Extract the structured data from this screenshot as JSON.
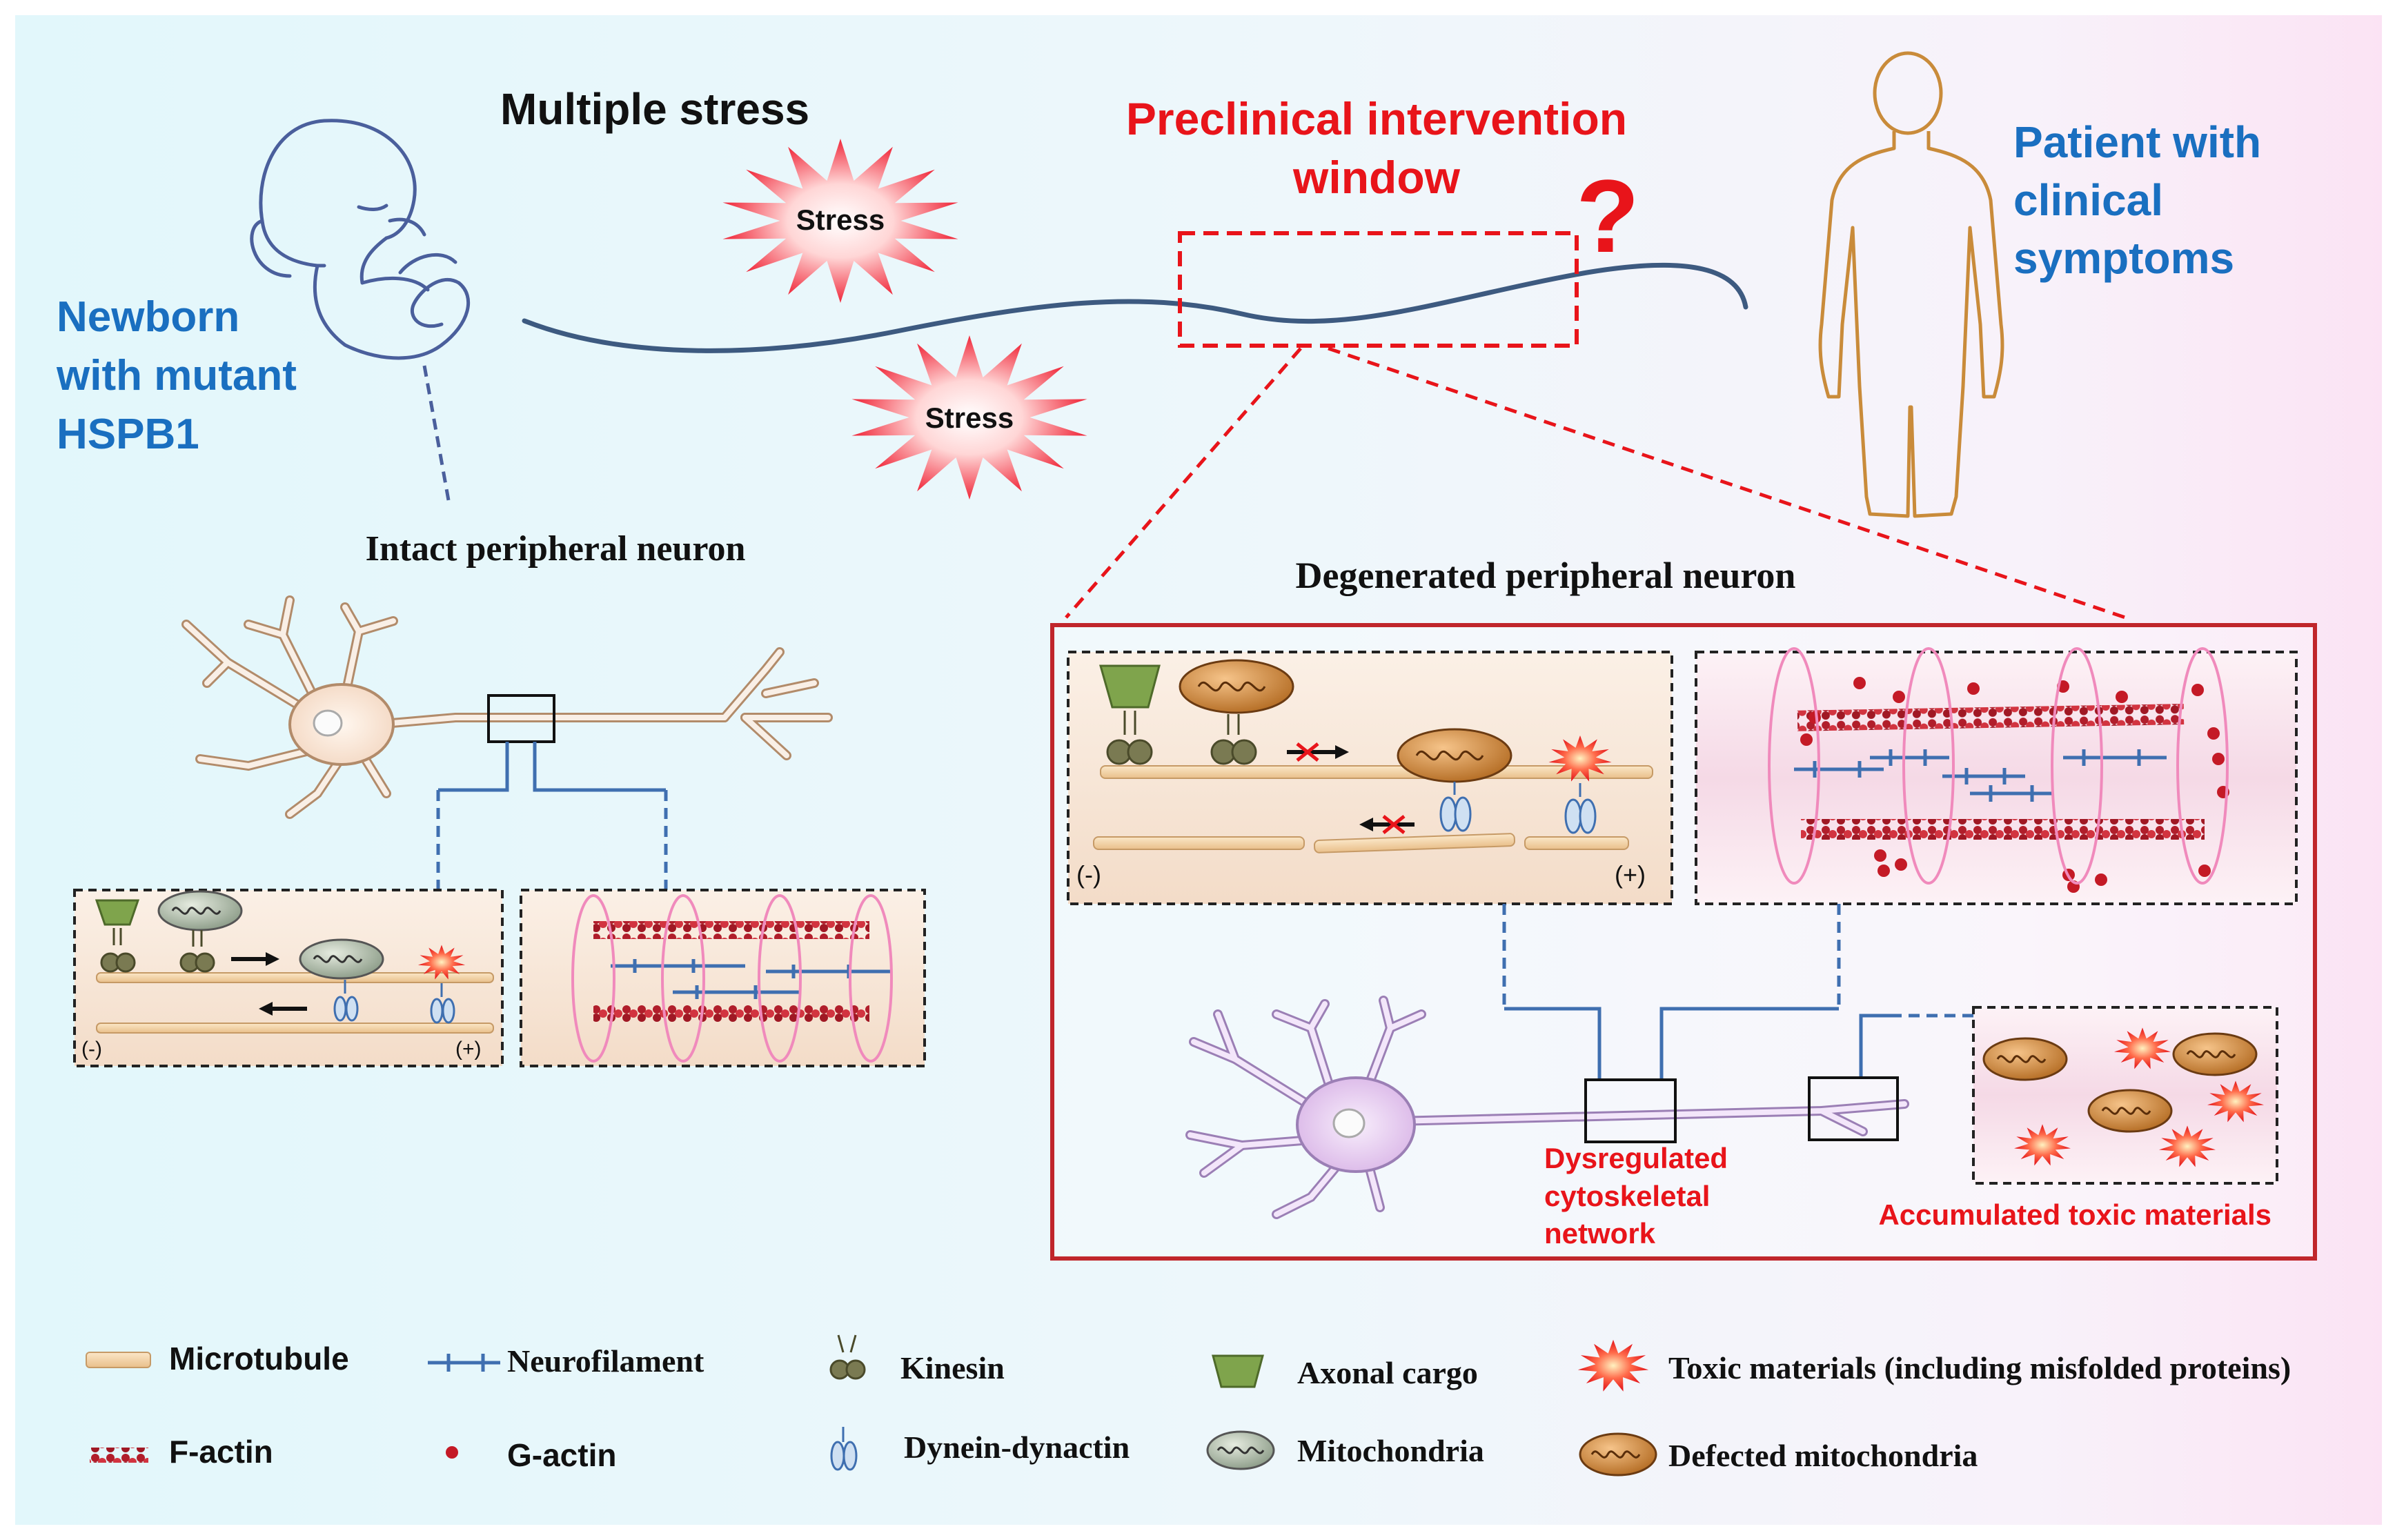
{
  "top": {
    "multiple_stress": "Multiple stress",
    "stress_label": "Stress",
    "intervention_line1": "Preclinical intervention",
    "intervention_line2": "window",
    "question_mark": "?",
    "newborn_line1": "Newborn",
    "newborn_line2": "with mutant",
    "newborn_line3": "HSPB1",
    "patient_line1": "Patient with",
    "patient_line2": "clinical",
    "patient_line3": "symptoms"
  },
  "left_panel": {
    "title": "Intact peripheral neuron",
    "minus": "(-)",
    "plus": "(+)"
  },
  "right_panel": {
    "title": "Degenerated peripheral neuron",
    "minus": "(-)",
    "plus": "(+)",
    "dysregulated_line1": "Dysregulated",
    "dysregulated_line2": "cytoskeletal",
    "dysregulated_line3": "network",
    "accumulated": "Accumulated toxic materials"
  },
  "legend": {
    "microtubule": "Microtubule",
    "neurofilament": "Neurofilament",
    "kinesin": "Kinesin",
    "axonal_cargo": "Axonal cargo",
    "toxic": "Toxic materials (including misfolded proteins)",
    "f_actin": "F-actin",
    "g_actin": "G-actin",
    "dynein": "Dynein-dynactin",
    "mitochondria": "Mitochondria",
    "defected_mito": "Defected mitochondria"
  },
  "colors": {
    "blue_text": "#1a6fc0",
    "red_text": "#e8141a",
    "timeline": "#3d5a80",
    "panel_border": "#c0262b",
    "microtubule": "#f3d2a6",
    "f_actin": "#b0202a",
    "neurofilament": "#3f6fb0"
  },
  "icons": {
    "newborn": "baby-outline-icon",
    "patient": "human-body-outline-icon",
    "stress": "starburst-icon",
    "neuron": "neuron-icon",
    "mitochondrion": "mitochondrion-icon",
    "kinesin": "kinesin-motor-icon",
    "dynein": "dynein-motor-icon",
    "cargo": "cargo-cup-icon",
    "toxic": "toxic-starburst-icon"
  }
}
